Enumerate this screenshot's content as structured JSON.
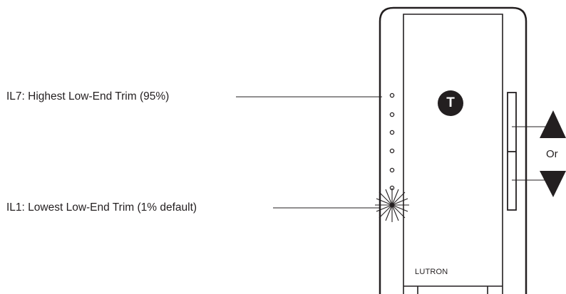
{
  "callouts": {
    "highest": "IL7: Highest Low-End Trim (95%)",
    "lowest": "IL1: Lowest Low-End Trim (1% default)"
  },
  "device": {
    "badge_letter": "T",
    "brand": "LUTRON",
    "led_count": 7,
    "flashing_led": "IL1"
  },
  "controls": {
    "up_icon": "up-arrow-icon",
    "down_icon": "down-arrow-icon",
    "or_text": "Or"
  },
  "colors": {
    "ink": "#231f20",
    "background": "#ffffff"
  }
}
